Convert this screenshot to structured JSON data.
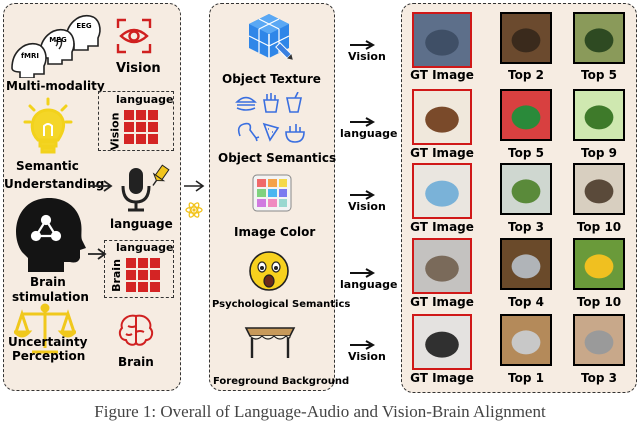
{
  "left_panel": {
    "modalities": [
      "EEG",
      "MEG",
      "fMRI"
    ],
    "multi_modality": "Multi-modality",
    "vision": "Vision",
    "language_box_title": "language",
    "language_box_side": "Vision",
    "semantic_understanding_line1": "Semantic",
    "semantic_understanding_line2": "Understanding",
    "mic_label": "language",
    "brain_box_title": "language",
    "brain_box_side": "Brain",
    "brain_stimulation_line1": "Brain",
    "brain_stimulation_line2": "stimulation",
    "uncertainty_line1": "Uncertainty",
    "uncertainty_line2": "Perception",
    "brain_label": "Brain"
  },
  "middle_panel": {
    "items": [
      "Object Texture",
      "Object Semantics",
      "Image Color",
      "Psychological Semantics",
      "Foreground Background"
    ]
  },
  "arrows": [
    "Vision",
    "language",
    "Vision",
    "language",
    "Vision"
  ],
  "results": {
    "rows": [
      [
        "GT Image",
        "Top 2",
        "Top 5"
      ],
      [
        "GT Image",
        "Top 5",
        "Top 9"
      ],
      [
        "GT Image",
        "Top 3",
        "Top 10"
      ],
      [
        "GT Image",
        "Top 4",
        "Top 10"
      ],
      [
        "GT Image",
        "Top 1",
        "Top 3"
      ]
    ]
  },
  "caption": "Figure 1: Overall of Language-Audio and Vision-Brain Alignment"
}
